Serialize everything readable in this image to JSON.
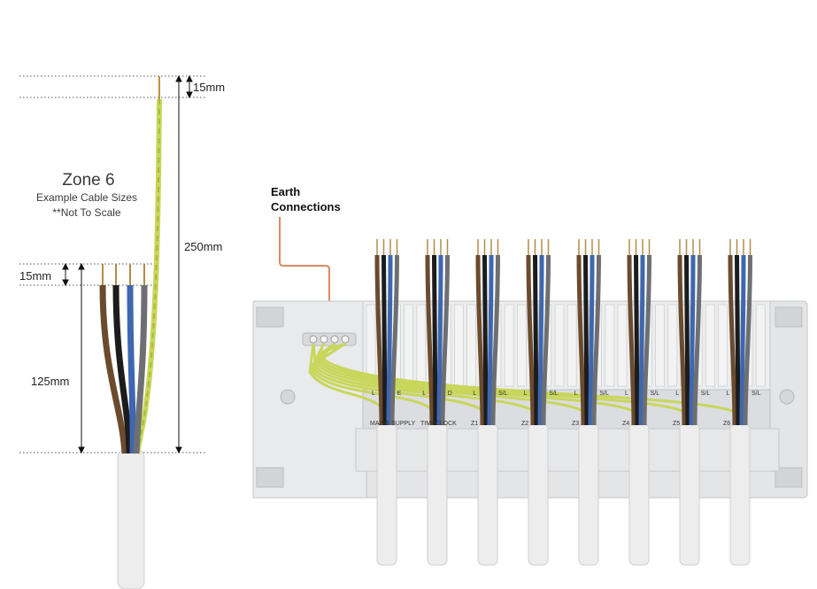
{
  "zone": {
    "title": "Zone 6",
    "subtitle": "Example Cable Sizes",
    "note": "**Not To Scale"
  },
  "dimensions": {
    "top_strip": "15mm",
    "lower_strip": "15mm",
    "inner_length": "125mm",
    "total_length": "250mm"
  },
  "callout": {
    "line1": "Earth",
    "line2": "Connections"
  },
  "terminal_labels": [
    "L",
    "E",
    "L",
    "D",
    "L",
    "S/L",
    "L",
    "S/L",
    "L",
    "S/L",
    "L",
    "S/L",
    "L",
    "S/L",
    "L",
    "S/L"
  ],
  "section_labels": [
    "MAINS SUPPLY",
    "TIMECLOCK",
    "Z1",
    "Z2",
    "Z3",
    "Z4",
    "Z5",
    "Z6"
  ],
  "colors": {
    "brown": "#6b4a2e",
    "black": "#1c1c1c",
    "blue": "#3f67b0",
    "grey": "#6d6f72",
    "earth_green": "#c8d65a",
    "earth_stripe": "#a9b93a",
    "callout": "#d98b61",
    "housing": "#e4e5e7",
    "cable": "#ededed"
  }
}
